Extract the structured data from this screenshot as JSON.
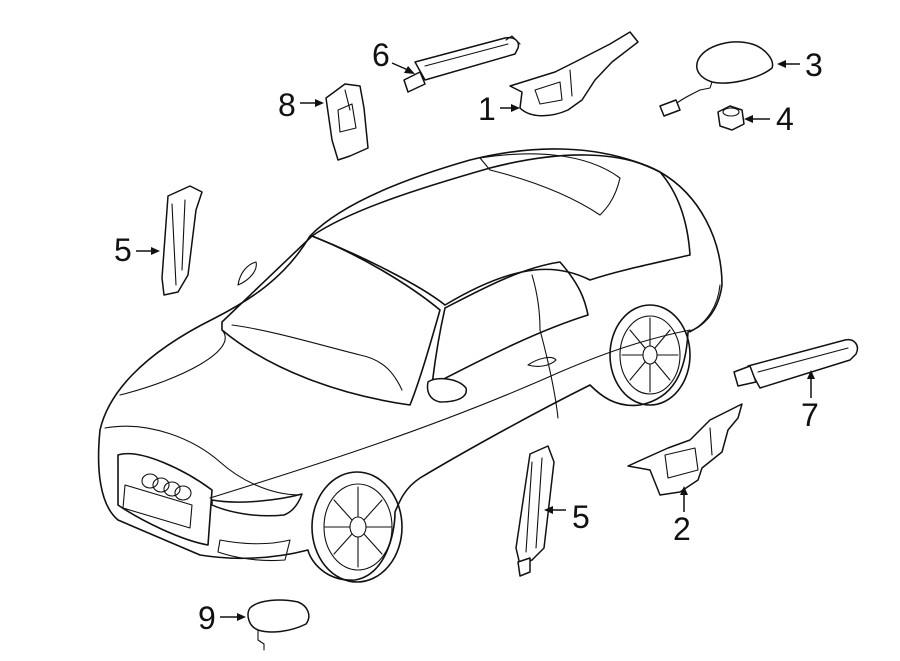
{
  "callouts": [
    {
      "id": "c1",
      "label": "1"
    },
    {
      "id": "c2",
      "label": "2"
    },
    {
      "id": "c3",
      "label": "3"
    },
    {
      "id": "c4",
      "label": "4"
    },
    {
      "id": "c5a",
      "label": "5"
    },
    {
      "id": "c5b",
      "label": "5"
    },
    {
      "id": "c6",
      "label": "6"
    },
    {
      "id": "c7",
      "label": "7"
    },
    {
      "id": "c8",
      "label": "8"
    },
    {
      "id": "c9",
      "label": "9"
    }
  ],
  "colors": {
    "line": "#111111",
    "background": "#ffffff"
  }
}
